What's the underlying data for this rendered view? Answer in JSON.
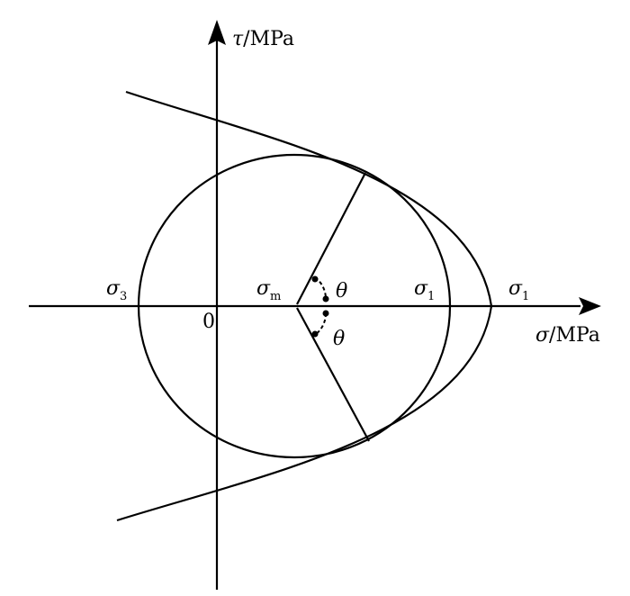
{
  "axes": {
    "y_label": {
      "symbol": "τ",
      "unit": "/MPa"
    },
    "x_label": {
      "symbol": "σ",
      "unit": "/MPa"
    }
  },
  "labels": {
    "origin": "0",
    "sigma3": {
      "symbol": "σ",
      "subscript": "3"
    },
    "sigma_m": {
      "symbol": "σ",
      "subscript": "m"
    },
    "sigma1_circle": {
      "symbol": "σ",
      "subscript": "1"
    },
    "sigma1_curve": {
      "symbol": "σ",
      "subscript": "1"
    },
    "theta_upper": "θ",
    "theta_lower": "θ"
  },
  "colors": {
    "stroke": "#000000",
    "background": "#ffffff"
  }
}
